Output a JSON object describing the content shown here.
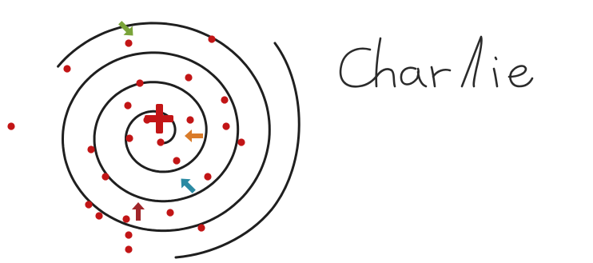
{
  "figure": {
    "signature_text": "Charlie",
    "spiral_color": "#1f1f1f",
    "dot_color": "#c21516",
    "center_marker": {
      "icon": "plus-icon",
      "color": "#c21516"
    },
    "arrows": [
      {
        "name": "arrow-green-icon",
        "color": "#7aa43a",
        "direction": "down-right"
      },
      {
        "name": "arrow-orange-icon",
        "color": "#d97b2a",
        "direction": "left"
      },
      {
        "name": "arrow-teal-icon",
        "color": "#2a8aa3",
        "direction": "up-left"
      },
      {
        "name": "arrow-red-icon",
        "color": "#a0262a",
        "direction": "up"
      }
    ],
    "dot_count": 25
  }
}
